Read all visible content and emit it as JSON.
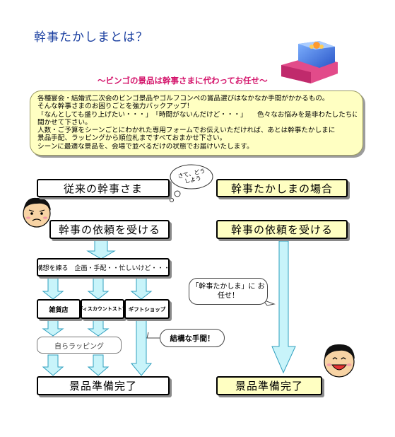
{
  "title": "幹事たかしまとは？",
  "subtitle": "～ビンゴの景品は幹事さまに代わってお任せ～",
  "intro_lines": [
    "各種宴会・結婚式二次会のビンゴ景品やゴルフコンペの賞品選びはなかなか手間がかかるもの。",
    "そんな幹事さまのお困りごとを強力バックアップ！",
    "「なんとしても盛り上げたい・・・」　「時間がないんだけど・・・」　　色々なお悩みを是非わたしたちに",
    "聞かせて下さい。",
    "人数・ご予算をシーンごとにわかれた専用フォームでお伝えいただければ、あとは幹事たかしまに",
    "景品手配、ラッピングから順位札まですべておまかせ下さい。",
    "シーンに最適な景品を、会場で並べるだけの状態でお届けいたします。"
  ],
  "left_flow": {
    "header": "従来の幹事さま",
    "cloud": "さて、どうしよう",
    "request": "幹事の依頼を受ける",
    "planning": "構想を練る　企画・手配・・忙しいけど・・・",
    "shops": [
      "雑貨店",
      "ディスカウントストア",
      "ギフトショップ"
    ],
    "wrapping": "自らラッピング",
    "callout": "結構な手間！",
    "done": "景品準備完了"
  },
  "right_flow": {
    "header": "幹事たかしまの場合",
    "request": "幹事の依頼を受ける",
    "callout": "「幹事たかしま」に お任せ！",
    "done": "景品準備完了"
  },
  "colors": {
    "title": "#1a3fa0",
    "subtitle": "#d4146b",
    "note_fill": "#ffffc2",
    "arrow_fill": "#c8f4fa",
    "arrow_stroke": "#2f9fbf"
  },
  "illustrations": [
    "gift-box-illustration",
    "worried-face-illustration",
    "smiling-face-illustration"
  ]
}
